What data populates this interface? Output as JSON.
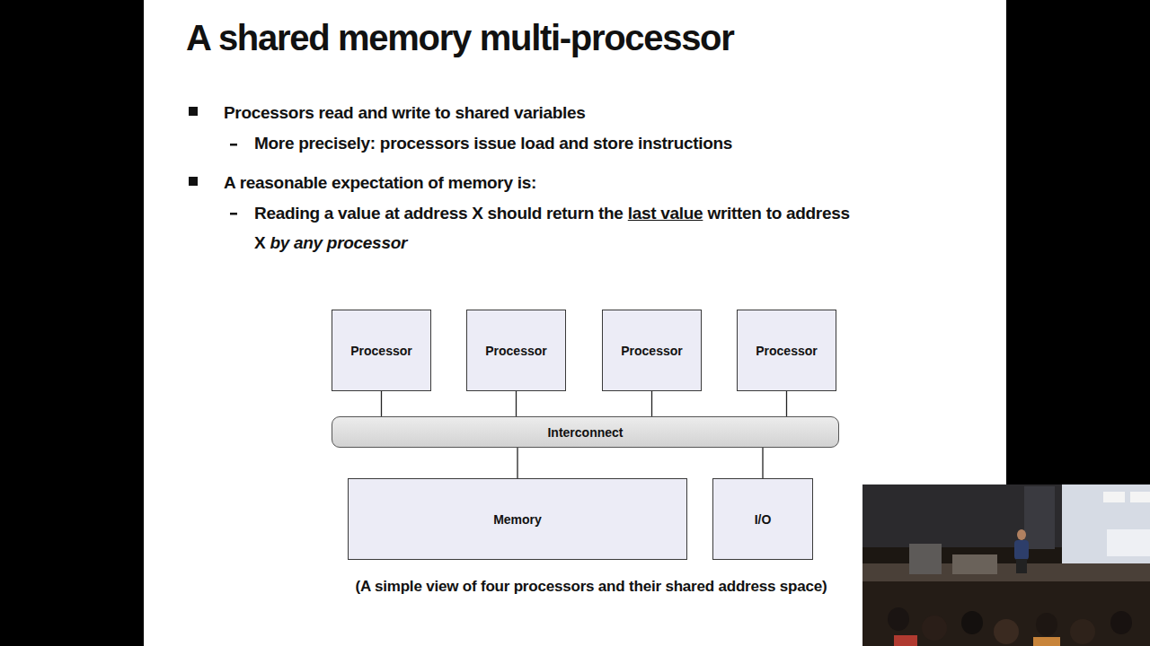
{
  "diagram": {
    "title": "A shared memory multi-processor",
    "caption": "(A simple view of four processors and their shared address space)",
    "nodes": [
      {
        "text": [
          "Processor"
        ]
      },
      {
        "text": [
          "Processor"
        ]
      },
      {
        "text": [
          "Processor"
        ]
      },
      {
        "text": [
          "Processor"
        ]
      },
      {
        "text": [
          "Interconnect"
        ]
      },
      {
        "text": [
          "Memory"
        ]
      },
      {
        "text": [
          "I/O"
        ]
      }
    ],
    "edges": [
      {
        "from": 0,
        "to": 4,
        "arrow": "none"
      },
      {
        "from": 1,
        "to": 4,
        "arrow": "none"
      },
      {
        "from": 2,
        "to": 4,
        "arrow": "none"
      },
      {
        "from": 3,
        "to": 4,
        "arrow": "none"
      },
      {
        "from": 4,
        "to": 5,
        "arrow": "none"
      },
      {
        "from": 4,
        "to": 6,
        "arrow": "none"
      }
    ],
    "labels": [
      "Processors read and write to shared variables",
      "More precisely: processors issue load and store instructions",
      "A reasonable expectation of memory is:",
      "Reading a value at address X should return the",
      "last value",
      "written to address X",
      "by any processor"
    ]
  }
}
